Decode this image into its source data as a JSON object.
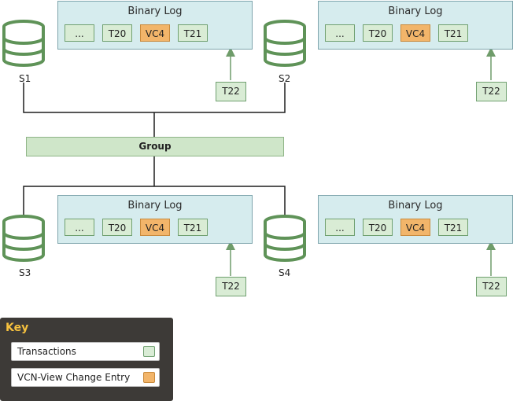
{
  "servers": [
    "S1",
    "S2",
    "S3",
    "S4"
  ],
  "group_label": "Group",
  "log_title": "Binary Log",
  "log_entries": [
    "...",
    "T20",
    "VC4",
    "T21"
  ],
  "pending_transaction": "T22",
  "key": {
    "title": "Key",
    "items": [
      {
        "label": "Transactions",
        "color": "#d9ecd5"
      },
      {
        "label": "VCN-View Change Entry",
        "color": "#f2b56a"
      }
    ]
  },
  "colors": {
    "log_background": "#d6ecee",
    "transaction": "#d9ecd5",
    "view_change": "#f2b56a",
    "connector": "#6f9c6a",
    "key_panel": "#3d3a37",
    "key_title": "#f6c13e"
  }
}
